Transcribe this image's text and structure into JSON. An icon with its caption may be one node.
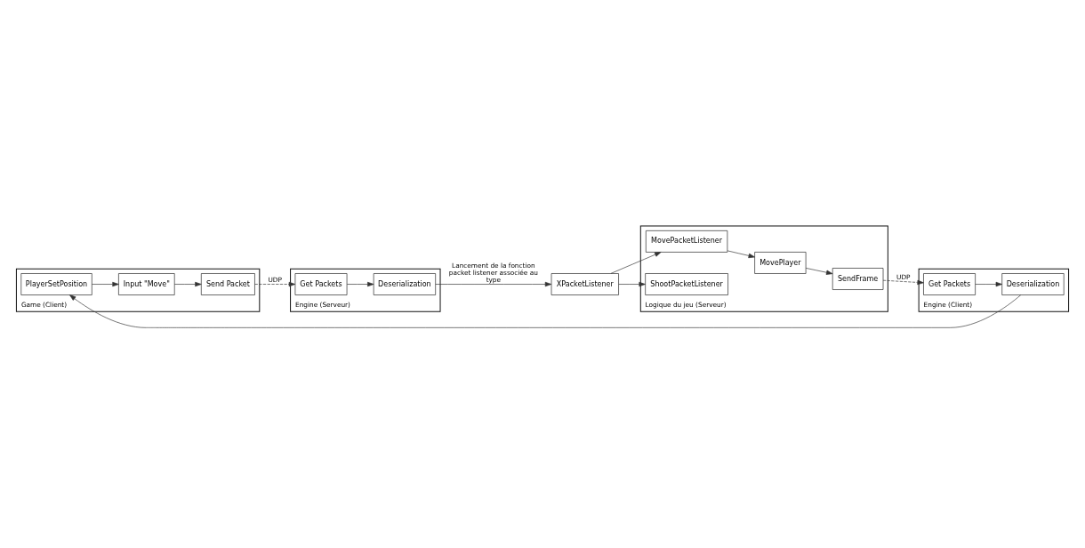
{
  "diagram": {
    "nodes": [
      {
        "text": [
          "Game (Client)"
        ]
      },
      {
        "text": [
          "Input \"Move\""
        ],
        "in": 0
      },
      {
        "text": [
          "Send Packet"
        ],
        "in": 0
      },
      {
        "text": [
          "PlayerSetPosition"
        ],
        "in": 0
      },
      {
        "text": [
          "Engine (Serveur)"
        ]
      },
      {
        "text": [
          "Get Packets"
        ],
        "in": 4
      },
      {
        "text": [
          "Deserialization"
        ],
        "in": 4
      },
      {
        "text": [
          "XPacketListener"
        ]
      },
      {
        "text": [
          "Logique du jeu (Serveur)"
        ]
      },
      {
        "text": [
          "MovePacketListener"
        ],
        "in": 8
      },
      {
        "text": [
          "ShootPacketListener"
        ],
        "in": 8
      },
      {
        "text": [
          "MovePlayer"
        ],
        "in": 8
      },
      {
        "text": [
          "SendFrame"
        ],
        "in": 8
      },
      {
        "text": [
          "Engine (Client)"
        ]
      },
      {
        "text": [
          "Deserialization"
        ],
        "in": 13
      },
      {
        "text": [
          "Get Packets"
        ],
        "in": 13
      }
    ],
    "edges": [
      {
        "from": 1,
        "to": 2,
        "arrow": "to"
      },
      {
        "from": 2,
        "to": 5,
        "arrow": "to",
        "style": "dashed",
        "label": "UDP"
      },
      {
        "from": 5,
        "to": 6,
        "arrow": "to"
      },
      {
        "from": 6,
        "to": 7,
        "arrow": "to",
        "label": "Lancement de la fonction packet listener associée au type"
      },
      {
        "from": 7,
        "to": 9,
        "arrow": "to"
      },
      {
        "from": 7,
        "to": 10,
        "arrow": "to"
      },
      {
        "from": 9,
        "to": 11,
        "arrow": "to"
      },
      {
        "from": 11,
        "to": 12,
        "arrow": "to"
      },
      {
        "from": 12,
        "to": 15,
        "arrow": "to",
        "style": "dashed",
        "label": "UDP"
      },
      {
        "from": 15,
        "to": 14,
        "arrow": "to"
      },
      {
        "from": 14,
        "to": 3,
        "arrow": "to"
      },
      {
        "from": 3,
        "to": 1,
        "arrow": "to"
      }
    ]
  }
}
